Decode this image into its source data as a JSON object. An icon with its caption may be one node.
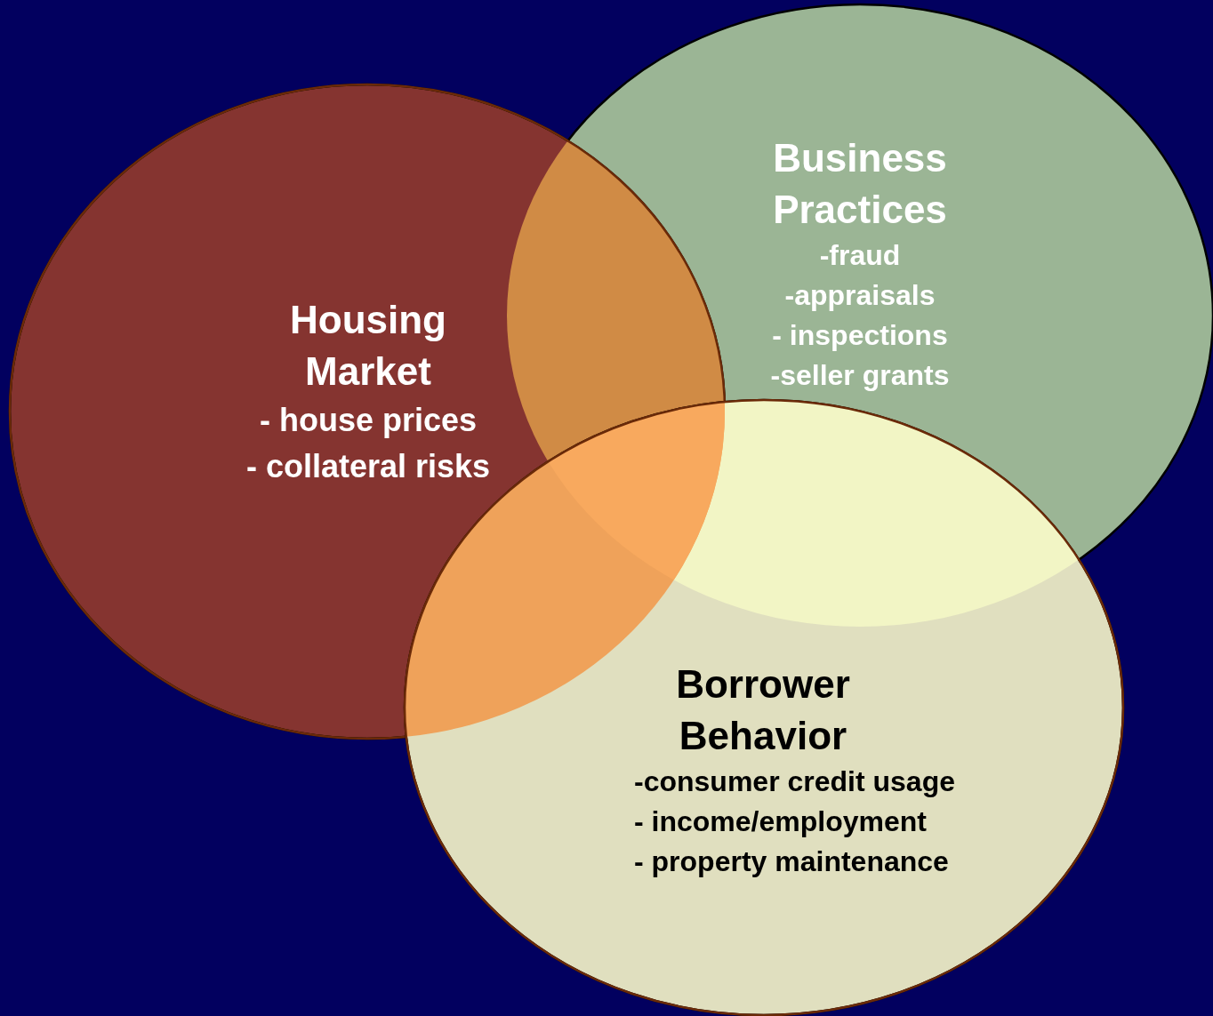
{
  "diagram": {
    "nodes": [
      {
        "text": [
          "Business Practices",
          "-fraud",
          "-appraisals",
          "- inspections",
          "-seller grants"
        ]
      },
      {
        "text": [
          "Housing Market",
          "- house prices",
          "- collateral risks"
        ]
      },
      {
        "text": [
          "Borrower Behavior",
          "-consumer credit usage",
          "- income/employment",
          "- property maintenance"
        ]
      }
    ]
  }
}
